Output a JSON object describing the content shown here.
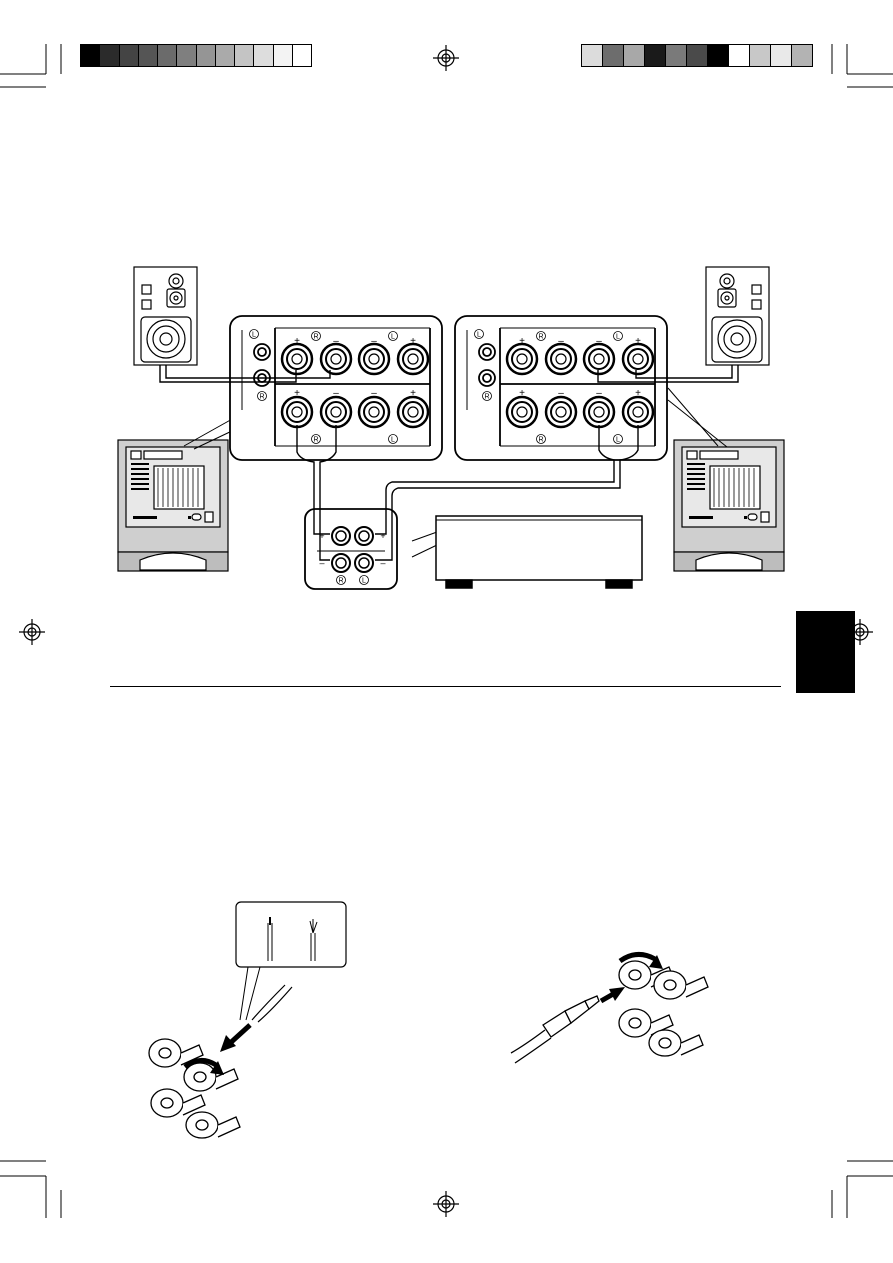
{
  "page": {
    "background": "#ffffff",
    "ink": "#000000"
  },
  "color_bar_left": [
    "#000000",
    "#2b2b2b",
    "#444444",
    "#555555",
    "#6b6b6b",
    "#7f7f7f",
    "#959595",
    "#aaaaaa",
    "#c4c4c4",
    "#dddddd",
    "#f3f3f3",
    "#ffffff"
  ],
  "color_bar_right": [
    "#dcdcdc",
    "#6d6d6d",
    "#a8a8a8",
    "#1a1a1a",
    "#7a7a7a",
    "#4a4a4a",
    "#000000",
    "#ffffff",
    "#c8c8c8",
    "#e9e9e9",
    "#b3b3b3"
  ],
  "connection_diagram": {
    "terminal_polarity": {
      "plus": "+",
      "minus": "–"
    },
    "channels": {
      "right": "R",
      "left": "L"
    },
    "zoom_left_labels": {
      "top_right": "R",
      "top_left": "L",
      "bottom_right": "R",
      "bottom_left": "L"
    },
    "zoom_right_labels": {
      "top_right": "R",
      "top_left": "L",
      "bottom_right": "R",
      "bottom_left": "L"
    },
    "amplifier_terminal_labels": {
      "right": "R",
      "left": "L"
    }
  },
  "side_tab": {
    "color": "#000000"
  }
}
